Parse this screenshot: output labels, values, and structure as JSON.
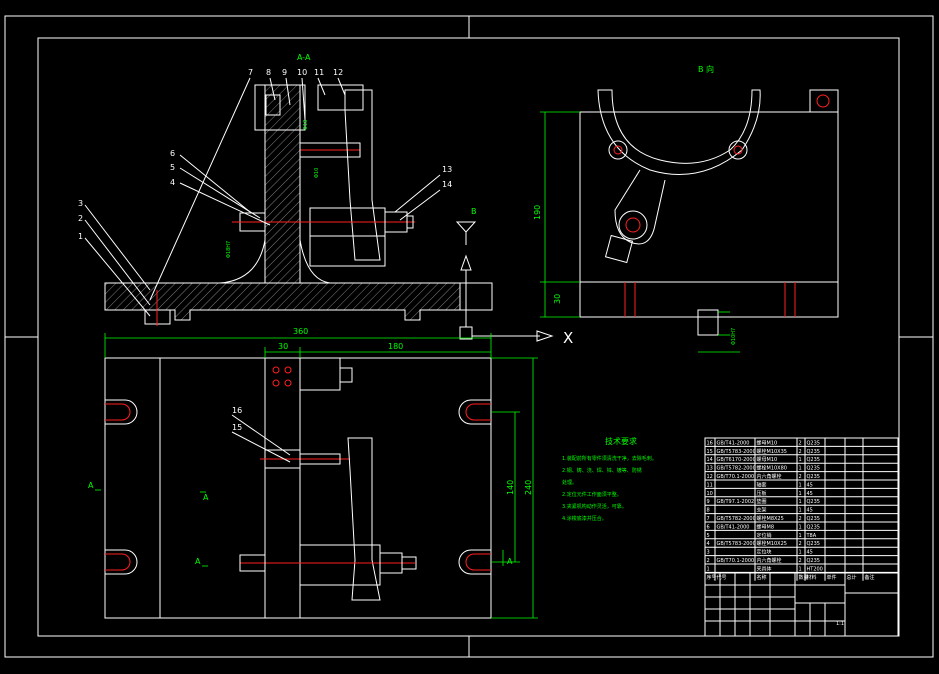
{
  "section_title": "A-A",
  "view_b_title": "B 向",
  "view_b_arrow_label": "B",
  "axis_x_label": "X",
  "part_numbers": {
    "n1": "1",
    "n2": "2",
    "n3": "3",
    "n4": "4",
    "n5": "5",
    "n6": "6",
    "n7": "7",
    "n8": "8",
    "n9": "9",
    "n10": "10",
    "n11": "11",
    "n12": "12",
    "n13": "13",
    "n14": "14",
    "n15": "15",
    "n16": "16"
  },
  "dimensions": {
    "width_360": "360",
    "width_30": "30",
    "width_180": "180",
    "height_190": "190",
    "height_30": "30",
    "height_140": "140",
    "height_240": "240",
    "fit_1": "Φ18H7",
    "fit_2": "Φ10",
    "fit_3": "Φ18",
    "fit_4": "Φ10H7"
  },
  "section_marks": {
    "a_left_top": "A",
    "a_mid": "A",
    "a_left_bottom": "A",
    "a_right": "A"
  },
  "tech_requirements": {
    "title": "技术要求",
    "lines": [
      "1.装配前所有零件须清洗干净，去除毛刺。",
      "2.钢、铸、浇、焊、锌、镀等、防锈",
      "处理。",
      "2.定位元件工作面须平整。",
      "3.夹紧机构动作灵活，可靠。",
      "4.涂梭底漆并压合。"
    ]
  },
  "bom": {
    "rows": [
      [
        "16",
        "GB/T41-2000",
        "螺母M10",
        "2",
        "Q235"
      ],
      [
        "15",
        "GB/T5783-2000",
        "螺栓M10X35",
        "2",
        "Q235"
      ],
      [
        "14",
        "GB/T6170-2000",
        "螺母M10",
        "1",
        "Q235"
      ],
      [
        "13",
        "GB/T5782-2000",
        "螺栓M10X80",
        "1",
        "Q235"
      ],
      [
        "12",
        "GB/T70.1-2000",
        "内六角螺栓",
        "2",
        "Q235"
      ],
      [
        "11",
        "",
        "轴套",
        "1",
        "45"
      ],
      [
        "10",
        "",
        "压板",
        "1",
        "45"
      ],
      [
        "9",
        "GB/T97.1-2002",
        "垫圈",
        "1",
        "Q235"
      ],
      [
        "8",
        "",
        "支架",
        "1",
        "45"
      ],
      [
        "7",
        "GB/T5782-2000",
        "螺栓M8X25",
        "2",
        "Q235"
      ],
      [
        "6",
        "GB/T41-2000",
        "螺母M8",
        "1",
        "Q235"
      ],
      [
        "5",
        "",
        "定位销",
        "1",
        "T8A"
      ],
      [
        "4",
        "GB/T5783-2000",
        "螺栓M10X25",
        "2",
        "Q235"
      ],
      [
        "3",
        "",
        "定位块",
        "1",
        "45"
      ],
      [
        "2",
        "GB/T70.1-2000",
        "内六角螺栓",
        "2",
        "Q235"
      ],
      [
        "1",
        "",
        "夹具体",
        "1",
        "HT200"
      ]
    ],
    "header": [
      "序号",
      "代号",
      "名称",
      "数量",
      "材料",
      "单件",
      "总计",
      "备注"
    ]
  },
  "title_block": {
    "scale_cell": "1:1"
  },
  "colors": {
    "background": "#000000",
    "outline": "#ffffff",
    "dimension": "#00ff00",
    "centerline": "#ff2020"
  }
}
